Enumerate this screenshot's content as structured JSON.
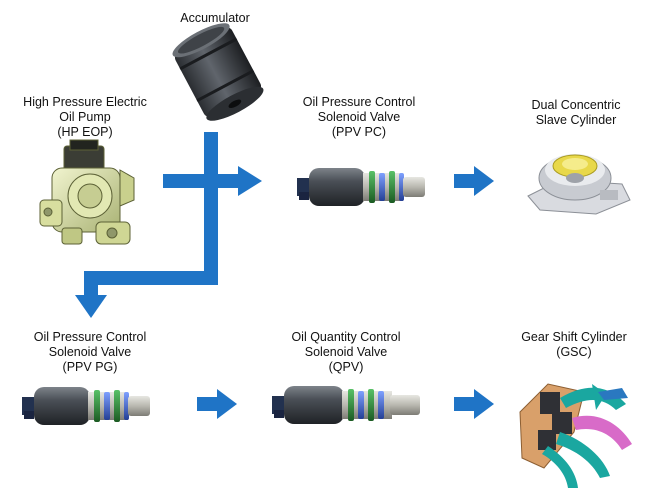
{
  "labels": {
    "accumulator": [
      "Accumulator"
    ],
    "hp_eop": [
      "High Pressure Electric",
      "Oil Pump",
      "(HP EOP)"
    ],
    "ppv_pc": [
      "Oil Pressure Control",
      "Solenoid Valve",
      "(PPV PC)"
    ],
    "dcsc": [
      "Dual Concentric",
      "Slave Cylinder"
    ],
    "ppv_pg": [
      "Oil Pressure Control",
      "Solenoid Valve",
      "(PPV PG)"
    ],
    "qpv": [
      "Oil Quantity Control",
      "Solenoid Valve",
      "(QPV)"
    ],
    "gsc": [
      "Gear Shift Cylinder",
      "(GSC)"
    ]
  },
  "colors": {
    "arrow_blue": "#1f74c6",
    "pump_green": "#dfe6a8",
    "valve_gray": "#4b4f55",
    "coil_green": "#2f8a3a",
    "coil_blue": "#3a5fc8",
    "gsc_orange": "#d9a06a",
    "gsc_teal": "#1aa7a0",
    "gsc_pink": "#d86bc8"
  },
  "icons": [
    "accumulator-icon",
    "oil-pump-icon",
    "solenoid-valve-icon",
    "slave-cylinder-icon",
    "gear-shift-cylinder-icon"
  ]
}
